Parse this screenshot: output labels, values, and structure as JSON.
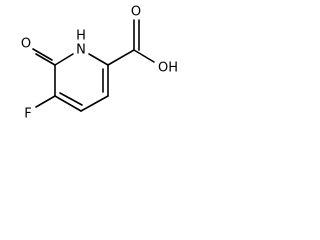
{
  "molecule": {
    "atoms": {
      "oxygen_keto": "O",
      "nitrogen_ring": "N",
      "hydrogen_n": "H",
      "oxygen_carbonyl": "O",
      "hydroxyl_group": "OH",
      "fluorine": "F"
    }
  }
}
